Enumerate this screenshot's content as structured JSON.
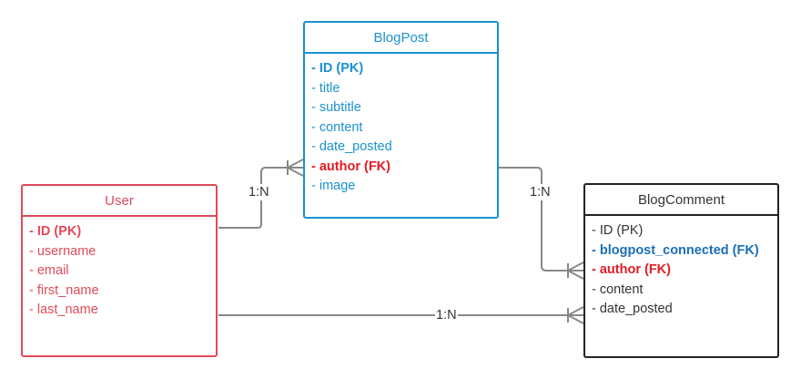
{
  "entities": {
    "blogpost": {
      "title": "BlogPost",
      "fields": [
        "- ID (PK)",
        "- title",
        "- subtitle",
        "- content",
        "- date_posted",
        "- author (FK)",
        "- image"
      ]
    },
    "user": {
      "title": "User",
      "fields": [
        "- ID (PK)",
        "- username",
        "- email",
        "- first_name",
        "- last_name"
      ]
    },
    "blogcomment": {
      "title": "BlogComment",
      "fields": [
        "- ID (PK)",
        "- blogpost_connected (FK)",
        "- author (FK)",
        "- content",
        "- date_posted"
      ]
    }
  },
  "relationships": {
    "user_blogpost": "1:N",
    "blogpost_blogcomment": "1:N",
    "user_blogcomment": "1:N"
  },
  "colors": {
    "blogpost": "#1a92cf",
    "user": "#e04a5a",
    "blogcomment": "#222222",
    "foreign_key_red": "#e31b23",
    "foreign_key_blue": "#1a6fb8",
    "connector": "#888888"
  }
}
